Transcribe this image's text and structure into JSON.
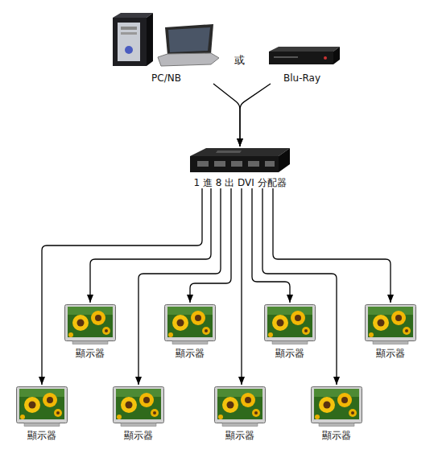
{
  "diagram": {
    "nodes": [
      {
        "text": [
          "PC/NB"
        ]
      },
      {
        "text": [
          "Blu-Ray"
        ]
      },
      {
        "text": [
          "1 進 8 出 DVI 分配器"
        ]
      },
      {
        "text": [
          "顯示器"
        ]
      },
      {
        "text": [
          "顯示器"
        ]
      },
      {
        "text": [
          "顯示器"
        ]
      },
      {
        "text": [
          "顯示器"
        ]
      },
      {
        "text": [
          "顯示器"
        ]
      },
      {
        "text": [
          "顯示器"
        ]
      },
      {
        "text": [
          "顯示器"
        ]
      },
      {
        "text": [
          "顯示器"
        ]
      }
    ],
    "edges": [
      {
        "from": 0,
        "to": 2,
        "arrow": "to"
      },
      {
        "from": 1,
        "to": 2,
        "arrow": "to"
      },
      {
        "from": 2,
        "to": 3,
        "arrow": "to"
      },
      {
        "from": 2,
        "to": 4,
        "arrow": "to"
      },
      {
        "from": 2,
        "to": 5,
        "arrow": "to"
      },
      {
        "from": 2,
        "to": 6,
        "arrow": "to"
      },
      {
        "from": 2,
        "to": 7,
        "arrow": "to"
      },
      {
        "from": 2,
        "to": 8,
        "arrow": "to"
      },
      {
        "from": 2,
        "to": 9,
        "arrow": "to"
      },
      {
        "from": 2,
        "to": 10,
        "arrow": "to"
      }
    ],
    "labels": [
      "或"
    ]
  }
}
